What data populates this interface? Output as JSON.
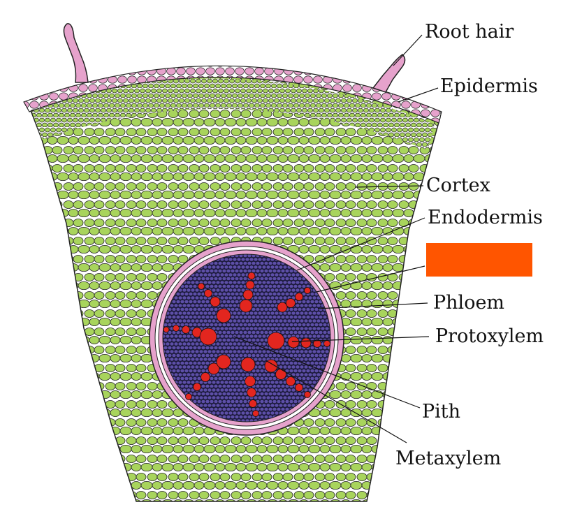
{
  "labels": {
    "root_hair": "Root  hair",
    "epidermis": "Epidermis",
    "cortex": "Cortex",
    "endodermis": "Endodermis",
    "hidden_label_color": "#ff5500",
    "phloem": "Phloem",
    "protoxylem": "Protoxylem",
    "pith": "Pith",
    "metaxylem": "Metaxylem"
  },
  "colors": {
    "root_hair_epidermis": "#e6a2cc",
    "cortex_cells": "#a8d45c",
    "pericycle": "#e6a2cc",
    "stele": "#5d4fa8",
    "xylem": "#e3261f",
    "outline": "#222222"
  }
}
